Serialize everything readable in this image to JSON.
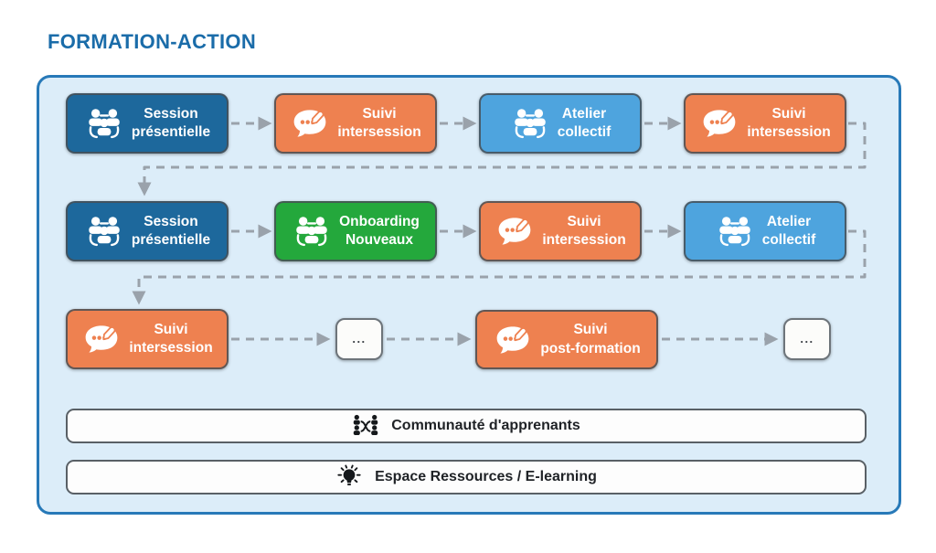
{
  "title": "FORMATION-ACTION",
  "colors": {
    "title_blue": "#1a6ca9",
    "panel_border_blue": "#2779b8",
    "panel_bg": "#dcedf9",
    "step_dark_blue": "#1d689c",
    "step_orange": "#ee8150",
    "step_light_blue": "#4ea4de",
    "step_green": "#24a83c",
    "connector_gray": "#9aa2ab"
  },
  "flow": {
    "rows": [
      {
        "steps": [
          {
            "label": "Session\nprésentielle",
            "icon": "group-icon",
            "color": "dark-blue"
          },
          {
            "label": "Suivi\nintersession",
            "icon": "chat-pencil-icon",
            "color": "orange"
          },
          {
            "label": "Atelier\ncollectif",
            "icon": "group-icon",
            "color": "light-blue"
          },
          {
            "label": "Suivi\nintersession",
            "icon": "chat-pencil-icon",
            "color": "orange"
          }
        ]
      },
      {
        "steps": [
          {
            "label": "Session\nprésentielle",
            "icon": "group-icon",
            "color": "dark-blue"
          },
          {
            "label": "Onboarding\nNouveaux",
            "icon": "group-icon",
            "color": "green"
          },
          {
            "label": "Suivi\nintersession",
            "icon": "chat-pencil-icon",
            "color": "orange"
          },
          {
            "label": "Atelier\ncollectif",
            "icon": "group-icon",
            "color": "light-blue"
          }
        ]
      },
      {
        "steps": [
          {
            "label": "Suivi\nintersession",
            "icon": "chat-pencil-icon",
            "color": "orange"
          },
          {
            "label": "...",
            "icon": null,
            "color": "white"
          },
          {
            "label": "Suivi\npost-formation",
            "icon": "chat-pencil-icon",
            "color": "orange"
          },
          {
            "label": "...",
            "icon": null,
            "color": "white"
          }
        ]
      }
    ]
  },
  "bands": [
    {
      "label": "Communauté d'apprenants",
      "icon": "community-icon"
    },
    {
      "label": "Espace Ressources / E-learning",
      "icon": "lightbulb-icon"
    }
  ]
}
